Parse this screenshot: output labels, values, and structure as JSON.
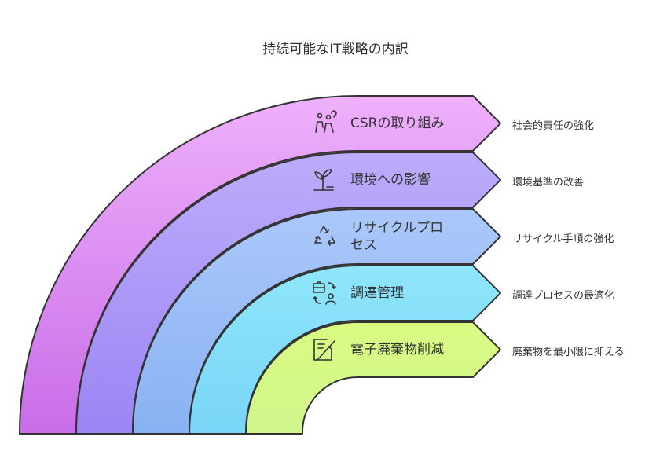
{
  "title": "持続可能なIT戦略の内訳",
  "colors": {
    "stroke": "#333333",
    "band1": [
      "#e9a6f9",
      "#c96de8"
    ],
    "band2": [
      "#b6a6fb",
      "#9b87f5"
    ],
    "band3": [
      "#a7c5fb",
      "#8ab3f3"
    ],
    "band4": [
      "#8ce3fb",
      "#7ad6f6"
    ],
    "band5": [
      "#d8fb80",
      "#d1f78d"
    ]
  },
  "bands": [
    {
      "label": "CSRの取り組み",
      "detail": "社会的責任の強化",
      "icon": "people-idea-icon"
    },
    {
      "label": "環境への影響",
      "detail": "環境基準の改善",
      "icon": "plant-sprout-icon"
    },
    {
      "label": "リサイクルプロセス",
      "label_line1": "リサイクルプロ",
      "label_line2": "セス",
      "detail": "リサイクル手順の強化",
      "icon": "recycle-icon"
    },
    {
      "label": "調達管理",
      "detail": "調達プロセスの最適化",
      "icon": "briefcase-exchange-icon"
    },
    {
      "label": "電子廃棄物削減",
      "detail": "廃棄物を最小限に抑える",
      "icon": "waste-reduction-icon"
    }
  ]
}
